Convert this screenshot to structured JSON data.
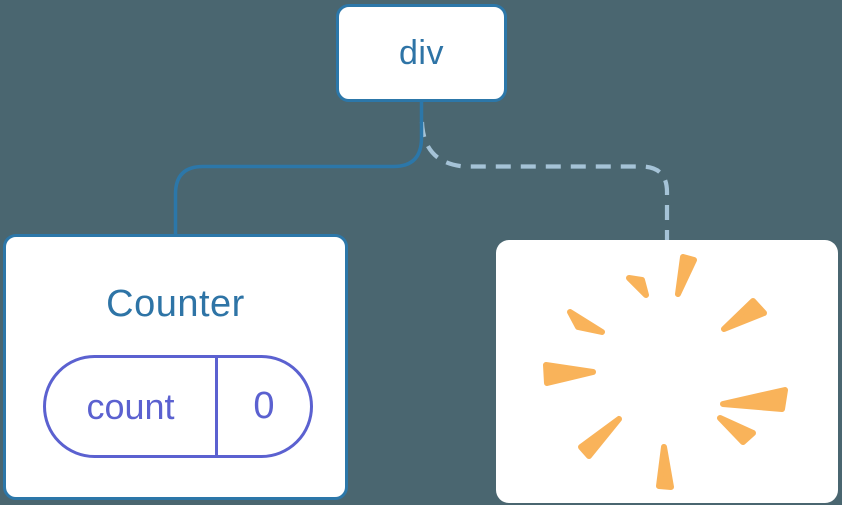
{
  "diagram": {
    "description": "Component tree: a div root with a solid edge to a mounted Counter component holding state, and a dashed edge to a removed (poofed) child",
    "root": {
      "label": "div"
    },
    "left_child": {
      "title": "Counter",
      "state_pill": {
        "key": "count",
        "value": "0"
      }
    },
    "right_child": {
      "icon": "poof-burst-icon"
    },
    "edges": {
      "left_style": "solid",
      "right_style": "dashed"
    }
  },
  "colors": {
    "background": "#4A6670",
    "node_fill": "#FFFFFF",
    "node_border": "#2C77A9",
    "node_text": "#2E74A6",
    "edge_solid": "#2C77A9",
    "edge_dashed": "#A5C3D7",
    "state_accent": "#5B61D0",
    "poof_orange": "#F9B35A"
  }
}
